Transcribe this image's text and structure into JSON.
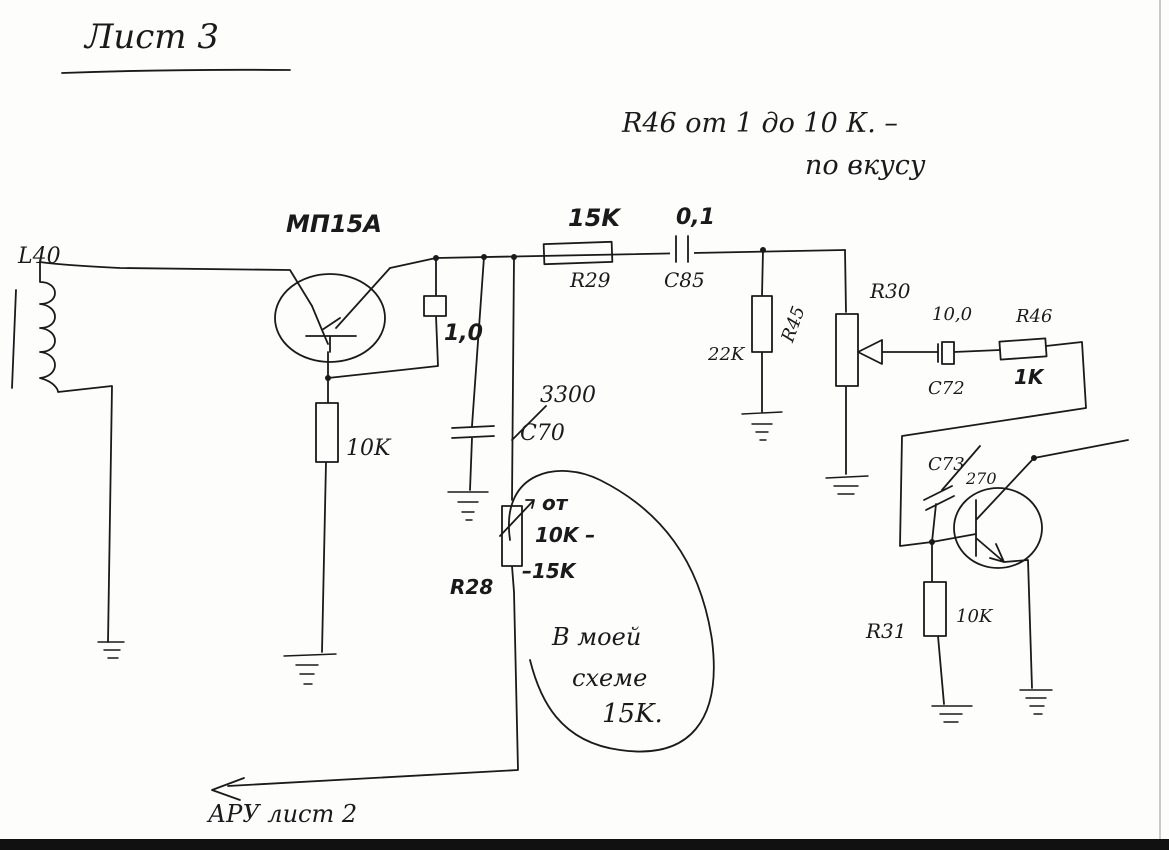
{
  "sheet_title": "Лист 3",
  "note_line1": "R46  от 1 до 10 К. –",
  "note_line2": "по вкусу",
  "labels": {
    "l40": "L40",
    "transistor1": "МП15А",
    "r29_value": "15K",
    "r29_ref": "R29",
    "c85_value": "0,1",
    "c85_ref": "C85",
    "r45_ref": "R45",
    "r45_value": "22K",
    "r30_ref": "R30",
    "c72_value": "10,0",
    "c72_ref": "C72",
    "r46_ref": "R46",
    "r46_value": "1K",
    "c1_value": "1,0",
    "emitter_r_value": "10K",
    "c70_value": "3300",
    "c70_ref": "C70",
    "r28_ref": "R28",
    "r28_range1": "от",
    "r28_range2": "10K –",
    "r28_range3": "–15K",
    "callout1": "В моей",
    "callout2": "схеме",
    "callout3": "15K.",
    "c73_ref": "C73",
    "c73_value": "270",
    "r31_ref": "R31",
    "r31_value": "10K",
    "aru": "АРУ лист 2"
  }
}
